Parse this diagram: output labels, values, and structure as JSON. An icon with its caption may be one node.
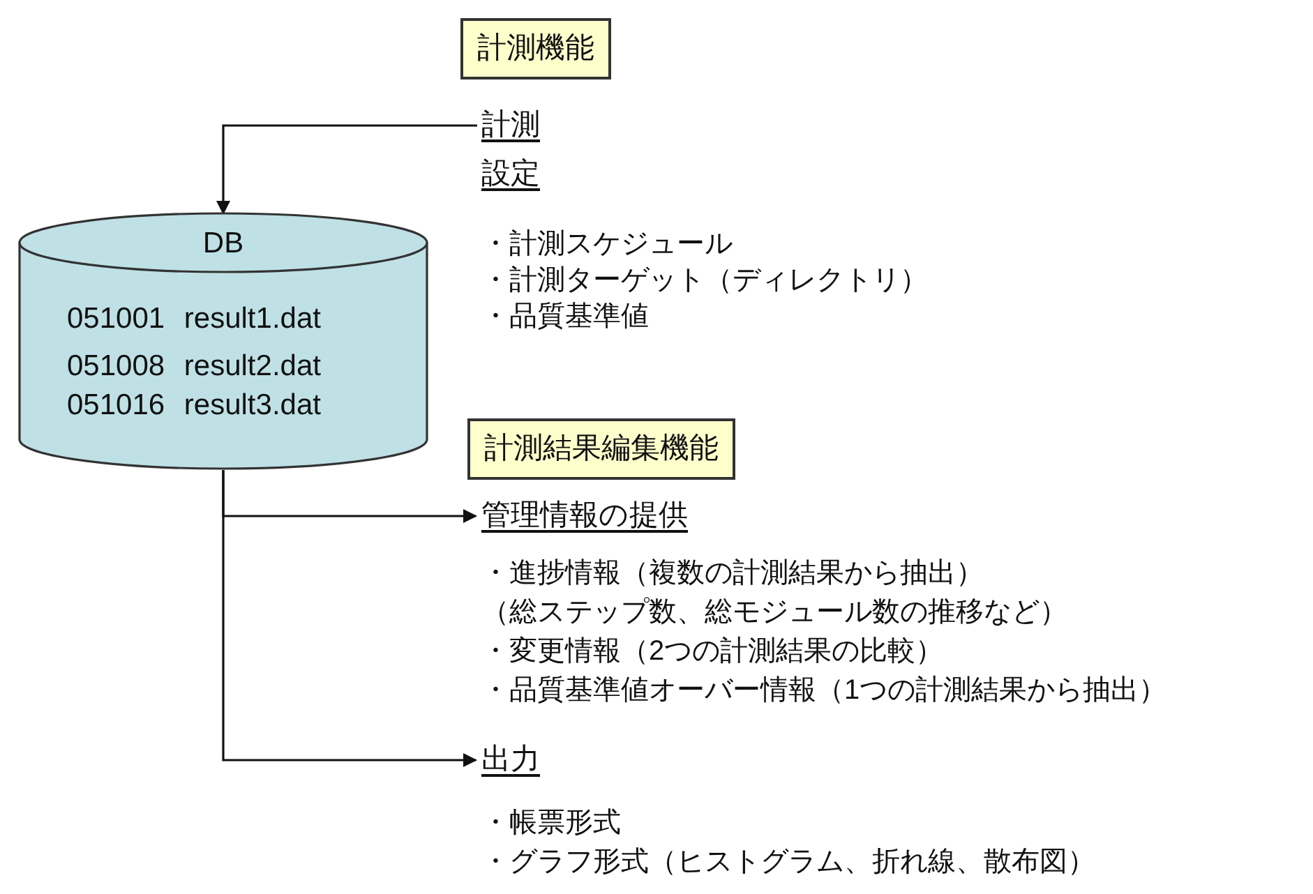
{
  "diagram": {
    "nodes": [
      {
        "text": [
          "計測機能"
        ]
      },
      {
        "text": [
          "DB",
          "051001 result1.dat",
          "051008 result2.dat",
          "051016 result3.dat"
        ]
      },
      {
        "text": [
          "計測"
        ]
      },
      {
        "text": [
          "計測結果編集機能"
        ]
      },
      {
        "text": [
          "管理情報の提供"
        ]
      },
      {
        "text": [
          "出力"
        ]
      }
    ],
    "edges": [
      {
        "from": 2,
        "to": 1,
        "arrow": "to"
      },
      {
        "from": 1,
        "to": 4,
        "arrow": "to"
      },
      {
        "from": 1,
        "to": 5,
        "arrow": "to"
      }
    ],
    "labels": [
      "設定",
      "・計測スケジュール",
      "・計測ターゲット（ディレクトリ）",
      "・品質基準値",
      "・進捗情報（複数の計測結果から抽出）",
      "（総ステップ数、総モジュール数の推移など）",
      "・変更情報（2つの計測結果の比較）",
      "・品質基準値オーバー情報（1つの計測結果から抽出）",
      "・帳票形式",
      "・グラフ形式（ヒストグラム、折れ線、散布図）"
    ]
  }
}
